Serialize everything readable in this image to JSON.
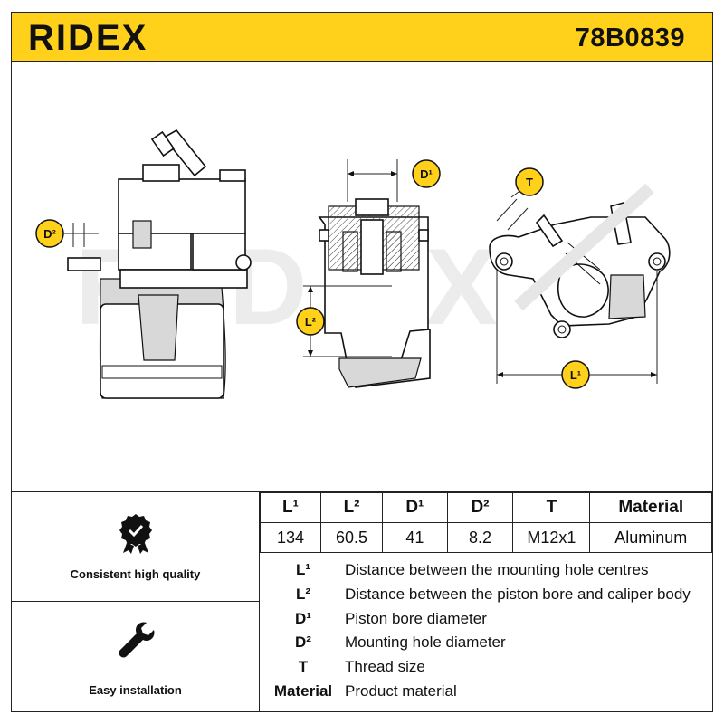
{
  "brand": "RIDEX",
  "part_number": "78B0839",
  "watermark": "RIDEX",
  "dimension_badges": {
    "d2_left": "D²",
    "d1": "D¹",
    "l2": "L²",
    "t": "T",
    "l1": "L¹"
  },
  "spec_table": {
    "headers": [
      "L¹",
      "L²",
      "D¹",
      "D²",
      "T",
      "Material"
    ],
    "values": [
      "134",
      "60.5",
      "41",
      "8.2",
      "M12x1",
      "Aluminum"
    ]
  },
  "definitions": [
    {
      "abbr": "L¹",
      "desc": "Distance between the mounting hole centres"
    },
    {
      "abbr": "L²",
      "desc": "Distance between the piston bore and caliper body"
    },
    {
      "abbr": "D¹",
      "desc": "Piston bore diameter"
    },
    {
      "abbr": "D²",
      "desc": "Mounting hole diameter"
    },
    {
      "abbr": "T",
      "desc": "Thread size"
    },
    {
      "abbr": "Material",
      "desc": "Product material"
    }
  ],
  "features": [
    {
      "label": "Consistent high quality",
      "icon": "quality-badge-icon"
    },
    {
      "label": "Easy installation",
      "icon": "wrench-icon"
    }
  ],
  "colors": {
    "accent": "#ffd11a",
    "ink": "#111111"
  }
}
